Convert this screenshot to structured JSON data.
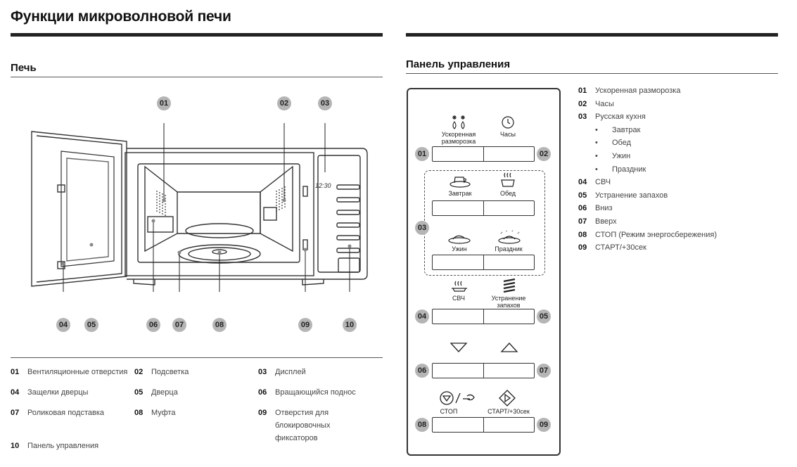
{
  "title": "Функции микроволновой печи",
  "oven_section": {
    "title": "Печь",
    "display_text": "12:30",
    "legend": [
      {
        "num": "01",
        "text": "Вентиляционные отверстия"
      },
      {
        "num": "02",
        "text": "Подсветка"
      },
      {
        "num": "03",
        "text": "Дисплей"
      },
      {
        "num": "04",
        "text": "Защелки дверцы"
      },
      {
        "num": "05",
        "text": "Дверца"
      },
      {
        "num": "06",
        "text": "Вращающийся поднос"
      },
      {
        "num": "07",
        "text": "Роликовая подставка"
      },
      {
        "num": "08",
        "text": "Муфта"
      },
      {
        "num": "09",
        "text": "Отверстия для блокировочных фиксаторов"
      },
      {
        "num": "10",
        "text": "Панель управления"
      }
    ],
    "callouts": [
      "01",
      "02",
      "03",
      "04",
      "05",
      "06",
      "07",
      "08",
      "09",
      "10"
    ]
  },
  "panel_section": {
    "title": "Панель управления",
    "list": [
      {
        "num": "01",
        "text": "Ускоренная разморозка"
      },
      {
        "num": "02",
        "text": "Часы"
      },
      {
        "num": "03",
        "text": "Русская кухня"
      },
      {
        "num": "",
        "text": "Завтрак",
        "bullet": "•"
      },
      {
        "num": "",
        "text": "Обед",
        "bullet": "•"
      },
      {
        "num": "",
        "text": "Ужин",
        "bullet": "•"
      },
      {
        "num": "",
        "text": "Праздник",
        "bullet": "•"
      },
      {
        "num": "04",
        "text": "СВЧ"
      },
      {
        "num": "05",
        "text": "Устранение запахов"
      },
      {
        "num": "06",
        "text": "Вниз"
      },
      {
        "num": "07",
        "text": "Вверх"
      },
      {
        "num": "08",
        "text": "СТОП (Режим энергосбережения)"
      },
      {
        "num": "09",
        "text": "СТАРТ/+30сек"
      }
    ],
    "buttons": {
      "defrost_line1": "Ускоренная",
      "defrost_line2": "разморозка",
      "clock": "Часы",
      "breakfast": "Завтрак",
      "lunch": "Обед",
      "dinner": "Ужин",
      "holiday": "Праздник",
      "microwave": "СВЧ",
      "deodor_line1": "Устранение",
      "deodor_line2": "запахов",
      "stop": "СТОП",
      "start": "СТАРТ/+30сек"
    },
    "badges": [
      "01",
      "02",
      "03",
      "04",
      "05",
      "06",
      "07",
      "08",
      "09"
    ]
  }
}
